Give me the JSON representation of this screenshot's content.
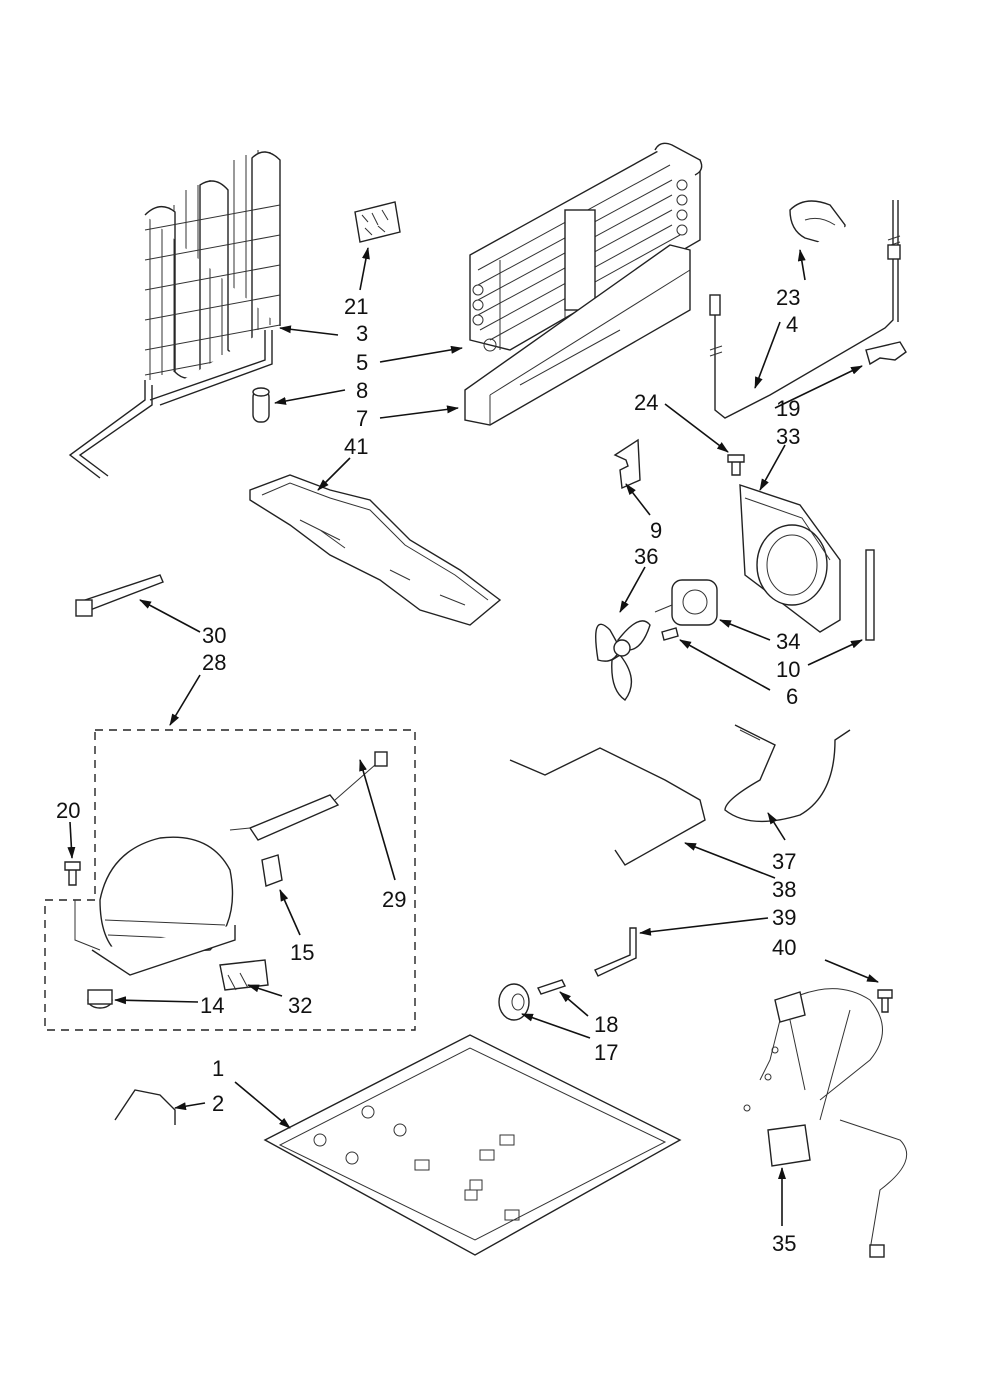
{
  "labels": {
    "p1": "1",
    "p2": "2",
    "p3": "3",
    "p4": "4",
    "p5": "5",
    "p6": "6",
    "p7": "7",
    "p8": "8",
    "p9": "9",
    "p10": "10",
    "p14": "14",
    "p15": "15",
    "p17": "17",
    "p18": "18",
    "p19": "19",
    "p20": "20",
    "p21": "21",
    "p23": "23",
    "p24": "24",
    "p28": "28",
    "p29": "29",
    "p30": "30",
    "p32": "32",
    "p33": "33",
    "p34": "34",
    "p35": "35",
    "p36": "36",
    "p37": "37",
    "p38": "38",
    "p39": "39",
    "p40": "40",
    "p41": "41"
  }
}
